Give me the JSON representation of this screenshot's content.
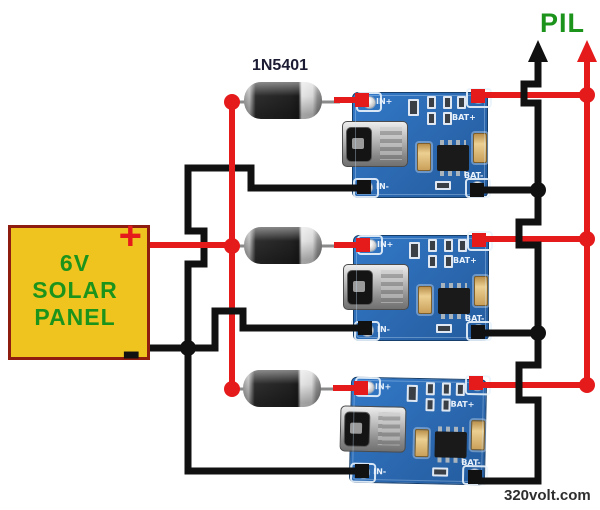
{
  "labels": {
    "output": "PIL",
    "diode_part": "1N5401",
    "watermark": "320volt.com"
  },
  "solar_panel": {
    "line1": "6V",
    "line2": "SOLAR",
    "line3": "PANEL",
    "plus_terminal": "+",
    "minus_terminal": "-"
  },
  "module_labels": {
    "in_plus": "IN+",
    "in_minus": "IN-",
    "bat_plus": "BAT+",
    "bat_minus": "BAT-"
  },
  "colors": {
    "wire_positive": "#e51a1b",
    "wire_negative": "#111111",
    "pcb_blue": "#2f74c0",
    "panel_fill": "#f0c41e",
    "panel_border": "#8e1d10",
    "label_green": "#1c941c"
  }
}
